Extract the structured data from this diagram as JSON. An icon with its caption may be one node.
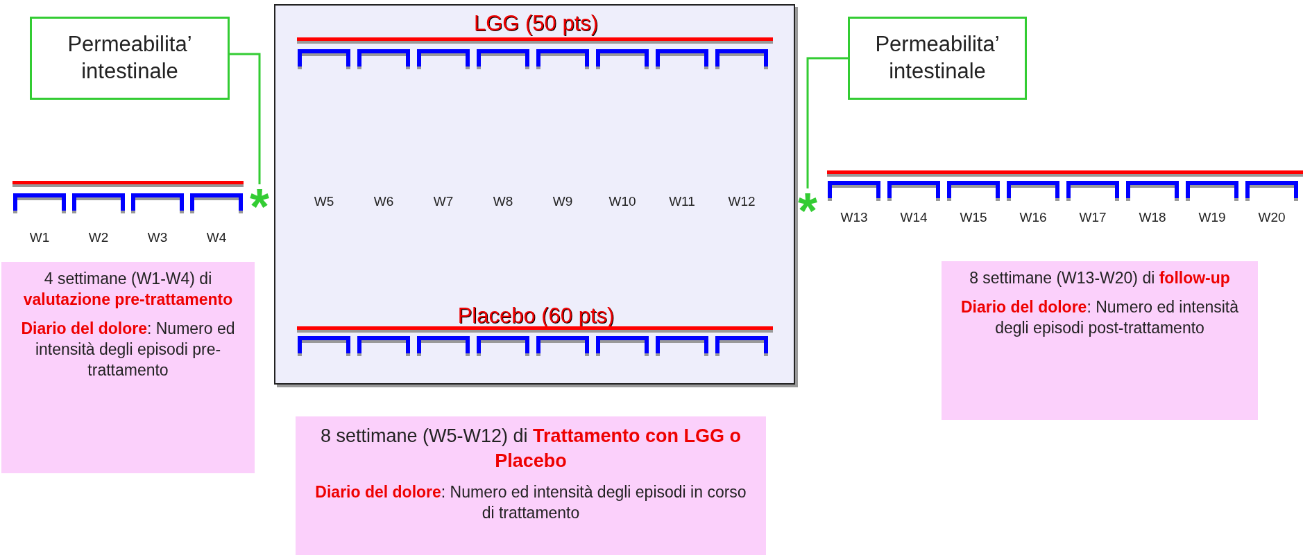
{
  "diagram": {
    "nodes": [
      {
        "text": [
          "Permeabilita’ intestinale"
        ]
      },
      {
        "text": [
          "*"
        ]
      },
      {
        "text": [
          "Permeabilita’ intestinale"
        ]
      },
      {
        "text": [
          "*"
        ]
      },
      {
        "text": [
          "LGG (50 pts)",
          "Placebo (60 pts)"
        ]
      },
      {
        "text": [
          "4 settimane (W1-W4) di **valutazione pre-trattamento**",
          "**Diario del dolore**: Numero ed intensità degli episodi pre-trattamento"
        ]
      },
      {
        "text": [
          "8 settimane (W5-W12) di **Trattamento con LGG o Placebo**",
          "**Diario del dolore**: Numero ed intensità degli episodi in corso di trattamento"
        ]
      },
      {
        "text": [
          "8 settimane (W13-W20) di **follow-up**",
          "**Diario del dolore**: Numero ed intensità degli episodi post-trattamento"
        ]
      }
    ],
    "edges": [
      {
        "from": 0,
        "to": 1,
        "arrow": "none"
      },
      {
        "from": 2,
        "to": 3,
        "arrow": "none"
      }
    ],
    "labels": [
      "W1",
      "W2",
      "W3",
      "W4",
      "W5",
      "W6",
      "W7",
      "W8",
      "W9",
      "W10",
      "W11",
      "W12",
      "W13",
      "W14",
      "W15",
      "W16",
      "W17",
      "W18",
      "W19",
      "W20"
    ]
  }
}
